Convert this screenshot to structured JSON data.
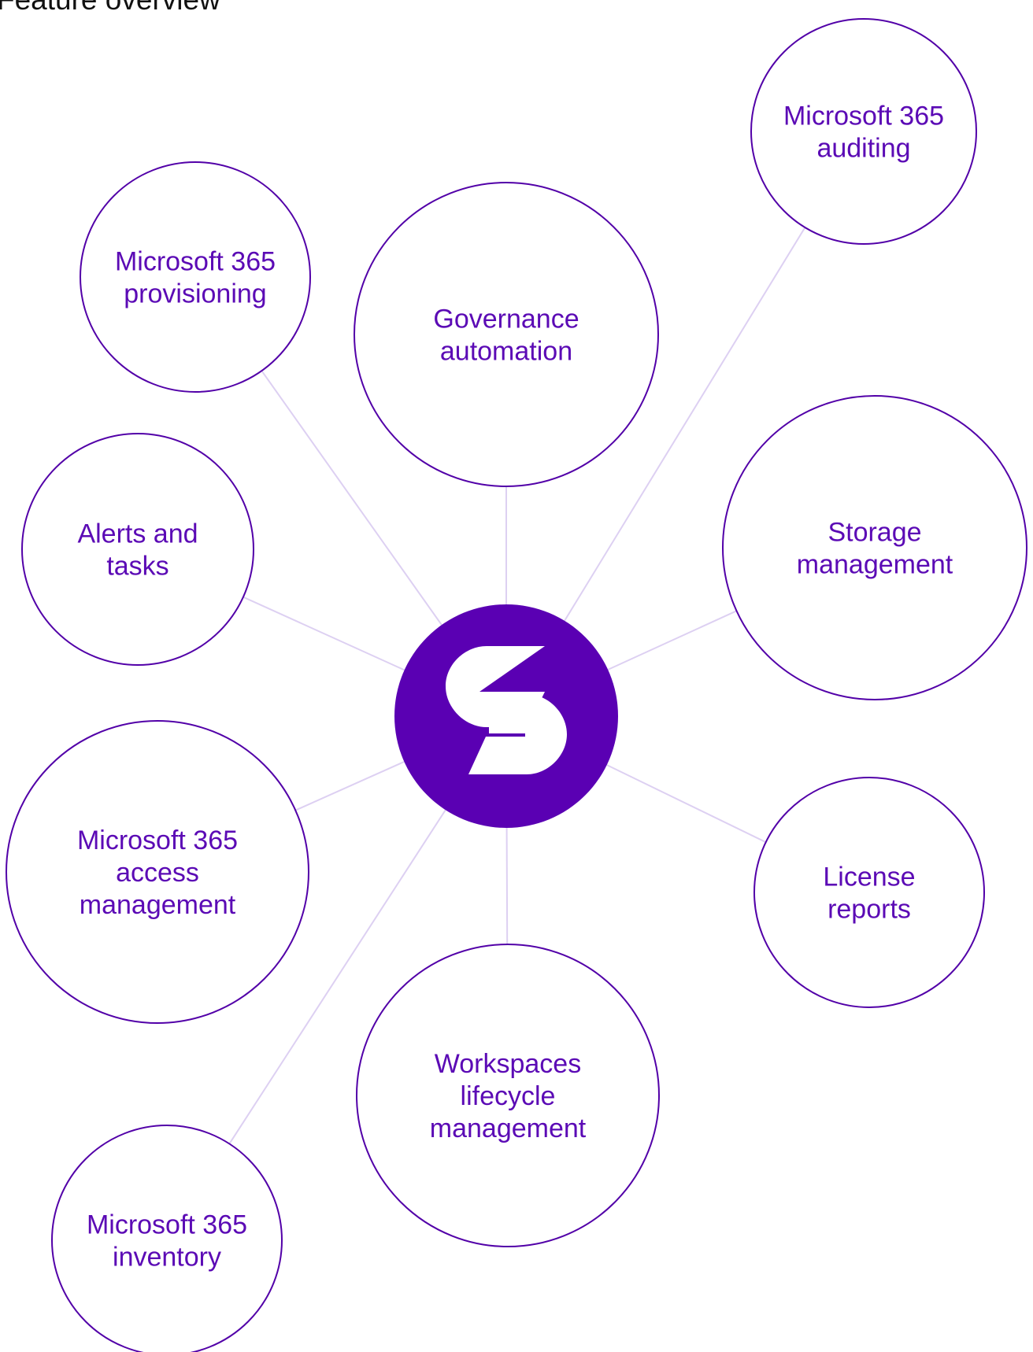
{
  "title": "Feature overview",
  "hub": {
    "icon": "brand-logo-icon"
  },
  "nodes": [
    {
      "id": "m365-auditing",
      "lines": [
        "Microsoft 365",
        "auditing"
      ]
    },
    {
      "id": "m365-provisioning",
      "lines": [
        "Microsoft 365",
        "provisioning"
      ]
    },
    {
      "id": "governance-automation",
      "lines": [
        "Governance",
        "automation"
      ]
    },
    {
      "id": "storage-management",
      "lines": [
        "Storage",
        "management"
      ]
    },
    {
      "id": "alerts-and-tasks",
      "lines": [
        "Alerts and",
        "tasks"
      ]
    },
    {
      "id": "m365-access-management",
      "lines": [
        "Microsoft 365",
        "access",
        "management"
      ]
    },
    {
      "id": "license-reports",
      "lines": [
        "License",
        "reports"
      ]
    },
    {
      "id": "workspaces-lifecycle-management",
      "lines": [
        "Workspaces",
        "lifecycle",
        "management"
      ]
    },
    {
      "id": "m365-inventory",
      "lines": [
        "Microsoft 365",
        "inventory"
      ]
    }
  ],
  "colors": {
    "accent": "#5a00b3",
    "node_text": "#5b0ab5",
    "node_border": "#5200a8",
    "connector": "#ddd0f2"
  }
}
